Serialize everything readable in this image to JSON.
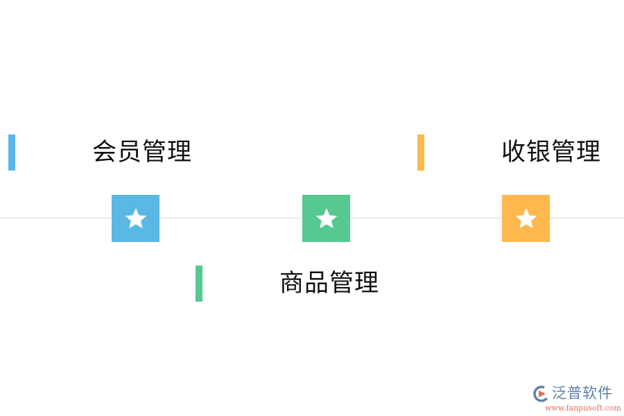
{
  "colors": {
    "blue": "#5bb8e6",
    "green": "#55c98f",
    "orange": "#ffb84d",
    "line": "#d9d9d9",
    "text": "#111111"
  },
  "nodes": [
    {
      "label": "会员管理",
      "color": "#5bb8e6",
      "position": "above",
      "icon": "star-icon"
    },
    {
      "label": "商品管理",
      "color": "#55c98f",
      "position": "below",
      "icon": "star-icon"
    },
    {
      "label": "收银管理",
      "color": "#ffb84d",
      "position": "above",
      "icon": "star-icon"
    }
  ],
  "watermark": {
    "name": "泛普软件",
    "url": "www.fanpusoft.com"
  }
}
